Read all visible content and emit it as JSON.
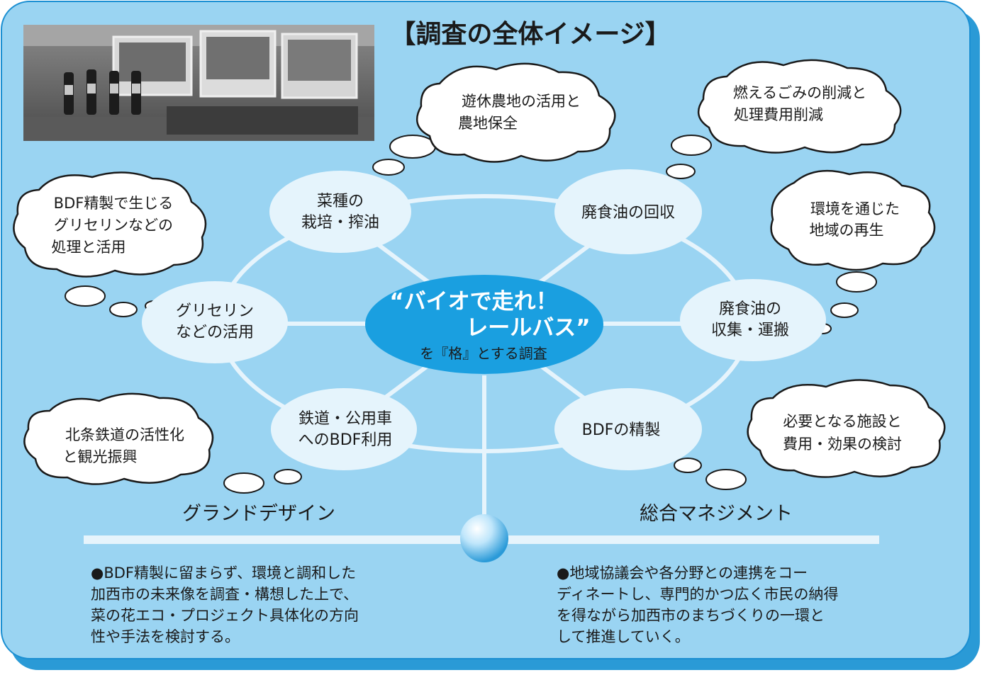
{
  "title": "【調査の全体イメージ】",
  "center": {
    "line1": "“バイオで走れ！",
    "line2": "レールバス”",
    "sub": "を『格』とする調査"
  },
  "ring_nodes": [
    {
      "id": "rapeseed",
      "lines": [
        "菜種の",
        "栽培・搾油"
      ]
    },
    {
      "id": "oil-collection",
      "lines": [
        "廃食油の回収"
      ]
    },
    {
      "id": "oil-transport",
      "lines": [
        "廃食油の",
        "収集・運搬"
      ]
    },
    {
      "id": "bdf-refining",
      "lines": [
        "BDFの精製"
      ]
    },
    {
      "id": "railway-bdf",
      "lines": [
        "鉄道・公用車",
        "へのBDF利用"
      ]
    },
    {
      "id": "glycerin",
      "lines": [
        "グリセリン",
        "などの活用"
      ]
    }
  ],
  "thought_clouds": [
    {
      "id": "farmland",
      "lines": [
        "遊休農地の活用と",
        "農地保全"
      ]
    },
    {
      "id": "waste-reduction",
      "lines": [
        "燃えるごみの削減と",
        "処理費用削減"
      ]
    },
    {
      "id": "environment",
      "lines": [
        "環境を通じた",
        "地域の再生"
      ]
    },
    {
      "id": "glycerin-processing",
      "lines": [
        "BDF精製で生じる",
        "グリセリンなどの",
        "処理と活用"
      ]
    },
    {
      "id": "railway-tourism",
      "lines": [
        "北条鉄道の活性化",
        "と観光振興"
      ]
    },
    {
      "id": "facilities",
      "lines": [
        "必要となる施設と",
        "費用・効果の検討"
      ]
    }
  ],
  "sections": {
    "left_heading": "グランドデザイン",
    "right_heading": "総合マネジメント",
    "left_text": [
      "●BDF精製に留まらず、環境と調和した",
      "加西市の未来像を調査・構想した上で、",
      "菜の花エコ・プロジェクト具体化の方向",
      "性や手法を検討する。"
    ],
    "right_text": [
      "●地域協議会や各分野との連携をコー",
      "ディネートし、専門的かつ広く市民の納得",
      "を得ながら加西市のまちづくりの一環と",
      "して推進していく。"
    ]
  },
  "colors": {
    "panel": "#9ad4f2",
    "panel_border": "#1b8fd2",
    "shadow": "#2a9ad6",
    "node": "#e5f4fc",
    "center": "#1a9fe0",
    "spoke": "#e6f4fc",
    "accent_dot": "#1a9fe0",
    "text": "#1a1a1a"
  }
}
